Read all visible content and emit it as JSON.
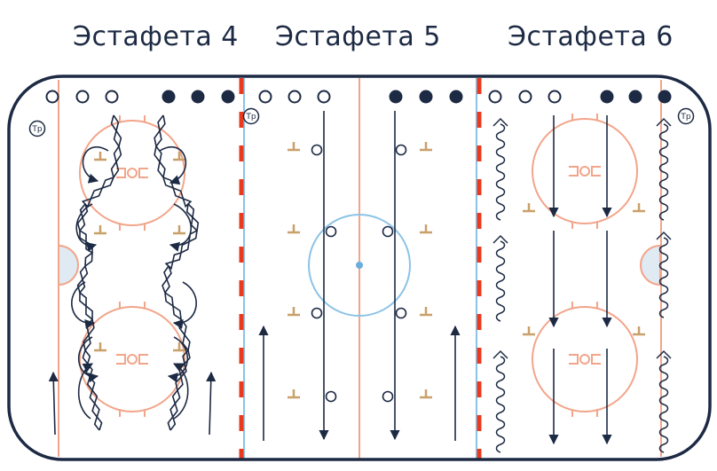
{
  "titles": [
    "Эстафета 4",
    "Эстафета 5",
    "Эстафета 6"
  ],
  "coach_label": "Тр",
  "colors": {
    "ink": "#1d2a44",
    "board": "#1d2a44",
    "red_line": "#ea3a1e",
    "lines": "#f2a58a",
    "blue": "#8cc3e6",
    "crease_fill": "#dfeaf3",
    "center_dot": "#6aaee0",
    "cone": "#c9a06a"
  }
}
